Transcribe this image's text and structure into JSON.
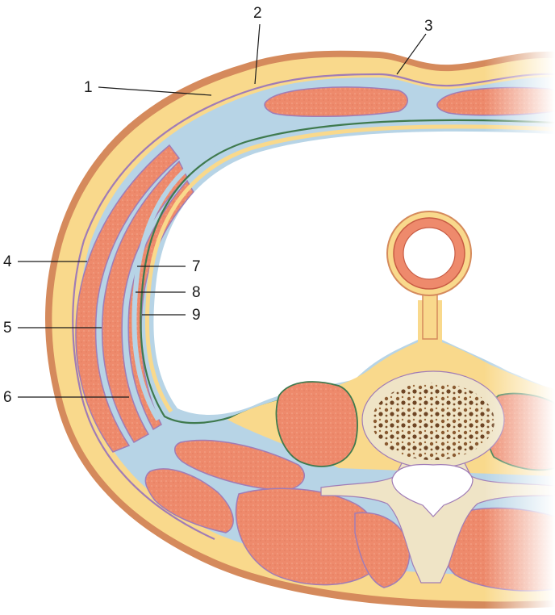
{
  "figure": {
    "labels": [
      {
        "id": "1",
        "text": "1"
      },
      {
        "id": "2",
        "text": "2"
      },
      {
        "id": "3",
        "text": "3"
      },
      {
        "id": "4",
        "text": "4"
      },
      {
        "id": "5",
        "text": "5"
      },
      {
        "id": "6",
        "text": "6"
      },
      {
        "id": "7",
        "text": "7"
      },
      {
        "id": "8",
        "text": "8"
      },
      {
        "id": "9",
        "text": "9"
      }
    ]
  },
  "colors": {
    "skin": "#d58a5c",
    "fat": "#f9d98c",
    "fascia": "#b7d4e6",
    "muscle": "#ee8a6c",
    "membrane": "#a07cb6",
    "pleura": "#3f7a4e",
    "bone": "#efe4c6",
    "bone_spongy": "#8a5a30"
  }
}
